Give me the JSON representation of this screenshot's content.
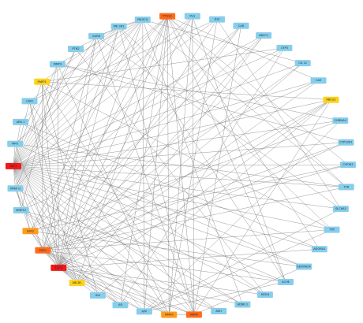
{
  "palette": {
    "blue": "#87ceeb",
    "yellow": "#ffd21c",
    "orange": "#ff9a1e",
    "dark_orange": "#ff6a1a",
    "red": "#f01818"
  },
  "nodes": [
    {
      "id": "PLG",
      "label": "PLG",
      "color": "blue"
    },
    {
      "id": "DLV",
      "label": "DLV",
      "color": "blue"
    },
    {
      "id": "CAR",
      "label": "CAR",
      "color": "blue"
    },
    {
      "id": "ABCC1",
      "label": "ABCC1",
      "color": "blue"
    },
    {
      "id": "CYP3",
      "label": "CYP3",
      "color": "blue"
    },
    {
      "id": "CA12",
      "label": "CA 12",
      "color": "blue"
    },
    {
      "id": "CA9",
      "label": "CA9",
      "color": "blue"
    },
    {
      "id": "ABCG2",
      "label": "ABCG2",
      "color": "yellow"
    },
    {
      "id": "CHRNA4",
      "label": "CHRNA4",
      "color": "blue"
    },
    {
      "id": "CYP19A1",
      "label": "CYP19A1",
      "color": "blue"
    },
    {
      "id": "CYP1B1",
      "label": "CYP1B1",
      "color": "blue"
    },
    {
      "id": "TYR",
      "label": "TYR",
      "color": "blue"
    },
    {
      "id": "SLC6A3",
      "label": "SLC6A3",
      "color": "blue"
    },
    {
      "id": "TTR",
      "label": "TTR",
      "color": "blue"
    },
    {
      "id": "ADORA1",
      "label": "ADORA1",
      "color": "blue"
    },
    {
      "id": "ADORA2A",
      "label": "ADORA2A",
      "color": "blue"
    },
    {
      "id": "ACHE",
      "label": "ACHE",
      "color": "blue"
    },
    {
      "id": "MCR4",
      "label": "MCR4",
      "color": "blue"
    },
    {
      "id": "ADRB1",
      "label": "ADRB 1",
      "color": "blue"
    },
    {
      "id": "AKH",
      "label": "AKH",
      "color": "blue"
    },
    {
      "id": "MAPK",
      "label": "MAPK",
      "color": "dark_orange"
    },
    {
      "id": "MMP9",
      "label": "MMP9",
      "color": "orange"
    },
    {
      "id": "APP",
      "label": "APP",
      "color": "blue"
    },
    {
      "id": "AR",
      "label": "AR",
      "color": "blue"
    },
    {
      "id": "XIA",
      "label": "XIA",
      "color": "blue"
    },
    {
      "id": "ABCB1",
      "label": "ABCB1",
      "color": "yellow"
    },
    {
      "id": "EGFR",
      "label": "EGFR",
      "color": "red"
    },
    {
      "id": "ESR1",
      "label": "ESR1",
      "color": "dark_orange"
    },
    {
      "id": "ESR2",
      "label": "ESR2",
      "color": "orange"
    },
    {
      "id": "MMP12",
      "label": "MMP12",
      "color": "blue"
    },
    {
      "id": "PPARG",
      "label": "PPAR G",
      "color": "blue"
    },
    {
      "id": "AKT1",
      "label": "AKT1",
      "color": "red"
    },
    {
      "id": "MPO",
      "label": "MPO",
      "color": "blue"
    },
    {
      "id": "ARK1",
      "label": "ARK 1",
      "color": "blue"
    },
    {
      "id": "CDKI",
      "label": "CDKI",
      "color": "blue"
    },
    {
      "id": "PARP1",
      "label": "PARP1",
      "color": "yellow"
    },
    {
      "id": "MMP3",
      "label": "MMP3",
      "color": "blue"
    },
    {
      "id": "PTN2",
      "label": "PTN2",
      "color": "blue"
    },
    {
      "id": "AURK",
      "label": "AURK",
      "color": "blue"
    },
    {
      "id": "PIK3R1",
      "label": "PIK 3R1",
      "color": "blue"
    },
    {
      "id": "PIK3CG",
      "label": "PIK3CG",
      "color": "blue"
    },
    {
      "id": "PTGS2",
      "label": "PTGS2",
      "color": "dark_orange"
    }
  ],
  "edges": [
    [
      "PTGS2",
      "AKT1"
    ],
    [
      "PTGS2",
      "EGFR"
    ],
    [
      "PTGS2",
      "ESR1"
    ],
    [
      "PTGS2",
      "MAPK"
    ],
    [
      "PTGS2",
      "MMP9"
    ],
    [
      "PTGS2",
      "CA9"
    ],
    [
      "PTGS2",
      "TYR"
    ],
    [
      "PTGS2",
      "ACHE"
    ],
    [
      "PTGS2",
      "ABCB1"
    ],
    [
      "PTGS2",
      "PPARG"
    ],
    [
      "PTGS2",
      "MPO"
    ],
    [
      "PTGS2",
      "APP"
    ],
    [
      "PTGS2",
      "ADORA1"
    ],
    [
      "PTGS2",
      "CYP1B1"
    ],
    [
      "PTGS2",
      "AR"
    ],
    [
      "PLG",
      "MMP9"
    ],
    [
      "PLG",
      "ESR2"
    ],
    [
      "PLG",
      "AKT1"
    ],
    [
      "PLG",
      "EGFR"
    ],
    [
      "PLG",
      "MAPK"
    ],
    [
      "PLG",
      "ACHE"
    ],
    [
      "DLV",
      "AKT1"
    ],
    [
      "DLV",
      "MMP9"
    ],
    [
      "DLV",
      "EGFR"
    ],
    [
      "DLV",
      "SLC6A3"
    ],
    [
      "CAR",
      "EGFR"
    ],
    [
      "CAR",
      "ESR1"
    ],
    [
      "CAR",
      "MAPK"
    ],
    [
      "ABCC1",
      "ABCB1"
    ],
    [
      "ABCC1",
      "AKT1"
    ],
    [
      "ABCC1",
      "EGFR"
    ],
    [
      "ABCC1",
      "ESR2"
    ],
    [
      "CYP3",
      "AKT1"
    ],
    [
      "CYP3",
      "ESR1"
    ],
    [
      "CYP3",
      "AR"
    ],
    [
      "CA12",
      "AKT1"
    ],
    [
      "CA12",
      "EGFR"
    ],
    [
      "CA12",
      "ESR1"
    ],
    [
      "CA9",
      "AKT1"
    ],
    [
      "CA9",
      "EGFR"
    ],
    [
      "CA9",
      "MMP12"
    ],
    [
      "ABCG2",
      "AKT1"
    ],
    [
      "ABCG2",
      "EGFR"
    ],
    [
      "ABCG2",
      "ESR1"
    ],
    [
      "ABCG2",
      "ABCB1"
    ],
    [
      "ABCG2",
      "MAPK"
    ],
    [
      "ABCG2",
      "PARP1"
    ],
    [
      "ABCG2",
      "XIA"
    ],
    [
      "CHRNA4",
      "AKT1"
    ],
    [
      "CHRNA4",
      "APP"
    ],
    [
      "CHRNA4",
      "ESR2"
    ],
    [
      "CYP19A1",
      "ESR1"
    ],
    [
      "CYP19A1",
      "EGFR"
    ],
    [
      "CYP19A1",
      "AKT1"
    ],
    [
      "CYP19A1",
      "MMP3"
    ],
    [
      "CYP1B1",
      "AKT1"
    ],
    [
      "CYP1B1",
      "ESR1"
    ],
    [
      "CYP1B1",
      "ESR2"
    ],
    [
      "TYR",
      "AKT1"
    ],
    [
      "TYR",
      "ESR1"
    ],
    [
      "TYR",
      "MPO"
    ],
    [
      "SLC6A3",
      "AKT1"
    ],
    [
      "SLC6A3",
      "AURK"
    ],
    [
      "SLC6A3",
      "APP"
    ],
    [
      "TTR",
      "AKT1"
    ],
    [
      "TTR",
      "ESR1"
    ],
    [
      "TTR",
      "APP"
    ],
    [
      "ADORA1",
      "AKT1"
    ],
    [
      "ADORA1",
      "EGFR"
    ],
    [
      "ADORA1",
      "ARK1"
    ],
    [
      "ADORA2A",
      "AKT1"
    ],
    [
      "ADORA2A",
      "ESR2"
    ],
    [
      "ADORA2A",
      "MAPK"
    ],
    [
      "ACHE",
      "AKT1"
    ],
    [
      "ACHE",
      "APP"
    ],
    [
      "ACHE",
      "ESR1"
    ],
    [
      "ACHE",
      "PIK3R1"
    ],
    [
      "MCR4",
      "AKT1"
    ],
    [
      "MCR4",
      "EGFR"
    ],
    [
      "MCR4",
      "PTN2"
    ],
    [
      "ADRB1",
      "AKT1"
    ],
    [
      "ADRB1",
      "PIK3CG"
    ],
    [
      "ADRB1",
      "EGFR"
    ],
    [
      "AKH",
      "AKT1"
    ],
    [
      "AKH",
      "MMP12"
    ],
    [
      "AKH",
      "ESR1"
    ],
    [
      "MAPK",
      "AKT1"
    ],
    [
      "MAPK",
      "EGFR"
    ],
    [
      "MAPK",
      "ESR1"
    ],
    [
      "MAPK",
      "MMP9"
    ],
    [
      "MAPK",
      "PIK3R1"
    ],
    [
      "MAPK",
      "AURK"
    ],
    [
      "MAPK",
      "PARP1"
    ],
    [
      "MMP9",
      "AKT1"
    ],
    [
      "MMP9",
      "EGFR"
    ],
    [
      "MMP9",
      "ESR1"
    ],
    [
      "MMP9",
      "MMP3"
    ],
    [
      "MMP9",
      "CDKI"
    ],
    [
      "MMP9",
      "MMP12"
    ],
    [
      "APP",
      "AKT1"
    ],
    [
      "APP",
      "EGFR"
    ],
    [
      "APP",
      "ESR1"
    ],
    [
      "APP",
      "PIK3CG"
    ],
    [
      "AR",
      "AKT1"
    ],
    [
      "AR",
      "EGFR"
    ],
    [
      "AR",
      "ESR1"
    ],
    [
      "AR",
      "ESR2"
    ],
    [
      "XIA",
      "AKT1"
    ],
    [
      "XIA",
      "EGFR"
    ],
    [
      "XIA",
      "PARP1"
    ],
    [
      "ABCB1",
      "AKT1"
    ],
    [
      "ABCB1",
      "EGFR"
    ],
    [
      "ABCB1",
      "ESR1"
    ],
    [
      "ABCB1",
      "CDKI"
    ],
    [
      "EGFR",
      "AKT1"
    ],
    [
      "EGFR",
      "ESR1"
    ],
    [
      "EGFR",
      "ESR2"
    ],
    [
      "EGFR",
      "PIK3R1"
    ],
    [
      "EGFR",
      "PIK3CG"
    ],
    [
      "EGFR",
      "AURK"
    ],
    [
      "EGFR",
      "MMP3"
    ],
    [
      "EGFR",
      "PARP1"
    ],
    [
      "EGFR",
      "MPO"
    ],
    [
      "EGFR",
      "CDKI"
    ],
    [
      "ESR1",
      "AKT1"
    ],
    [
      "ESR1",
      "ESR2"
    ],
    [
      "ESR1",
      "PIK3R1"
    ],
    [
      "ESR1",
      "PPARG"
    ],
    [
      "ESR1",
      "PARP1"
    ],
    [
      "ESR1",
      "AURK"
    ],
    [
      "ESR2",
      "AKT1"
    ],
    [
      "ESR2",
      "PPARG"
    ],
    [
      "ESR2",
      "PIK3CG"
    ],
    [
      "MMP12",
      "AKT1"
    ],
    [
      "MMP12",
      "MMP3"
    ],
    [
      "PPARG",
      "AKT1"
    ],
    [
      "PPARG",
      "PTN2"
    ],
    [
      "AKT1",
      "MPO"
    ],
    [
      "AKT1",
      "ARK1"
    ],
    [
      "AKT1",
      "CDKI"
    ],
    [
      "AKT1",
      "PARP1"
    ],
    [
      "AKT1",
      "MMP3"
    ],
    [
      "AKT1",
      "PTN2"
    ],
    [
      "AKT1",
      "AURK"
    ],
    [
      "AKT1",
      "PIK3R1"
    ],
    [
      "AKT1",
      "PIK3CG"
    ],
    [
      "MPO",
      "PIK3CG"
    ],
    [
      "ARK1",
      "PIK3R1"
    ],
    [
      "CDKI",
      "PIK3CG"
    ],
    [
      "PARP1",
      "PIK3R1"
    ],
    [
      "MMP3",
      "PIK3CG"
    ],
    [
      "PTN2",
      "PIK3R1"
    ],
    [
      "AURK",
      "PIK3CG"
    ],
    [
      "PIK3R1",
      "PIK3CG"
    ],
    [
      "PIK3CG",
      "TYR"
    ],
    [
      "PIK3R1",
      "TTR"
    ],
    [
      "CA12",
      "PIK3CG"
    ],
    [
      "CYP3",
      "PARP1"
    ],
    [
      "DLV",
      "CDKI"
    ],
    [
      "CAR",
      "MMP12"
    ],
    [
      "CHRNA4",
      "MMP3"
    ],
    [
      "TTR",
      "PARP1"
    ],
    [
      "ADORA2A",
      "MPO"
    ],
    [
      "MCR4",
      "ARK1"
    ],
    [
      "ACHE",
      "MMP12"
    ],
    [
      "ADRB1",
      "PPARG"
    ]
  ]
}
